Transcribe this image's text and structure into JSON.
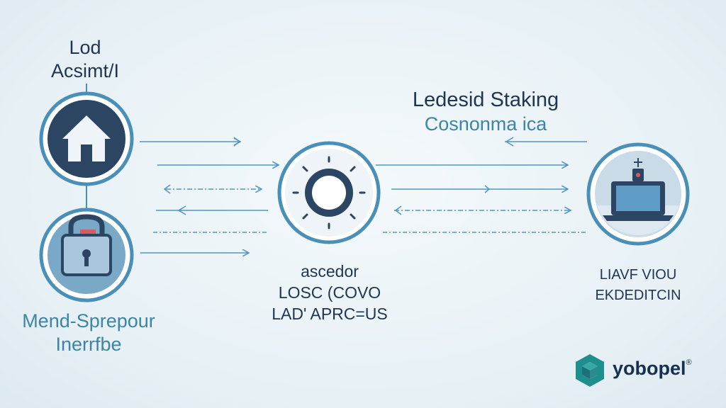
{
  "nodes": {
    "left_top": {
      "title": [
        "Lod",
        "Acsimt/I"
      ],
      "icon": "house-icon"
    },
    "left_bottom": {
      "title": [
        "Mend-Sprepour",
        "Inerrfbe"
      ],
      "icon": "padlock-icon"
    },
    "center": {
      "caption": [
        "ascedor",
        "LOSC (COVO",
        "LAD' APRC=US"
      ],
      "icon": "sun-ring-icon"
    },
    "right": {
      "title": [
        "Ledesid Staking",
        "Cosnonma ica"
      ],
      "caption": [
        "LIAVF VIOU",
        "EKDEDITCIN"
      ],
      "icon": "laptop-icon"
    }
  },
  "brand": {
    "name": "yobopel",
    "mark": "®",
    "icon": "hexagon-cube-icon"
  },
  "colors": {
    "ring": "#4a8fb8",
    "disc": "#2b4563",
    "lock_bg": "#7aa9c7",
    "arrow": "#5597bd",
    "text_dark": "#1f3550",
    "text_teal": "#3d85a8",
    "brand_teal": "#1f8e8e"
  }
}
